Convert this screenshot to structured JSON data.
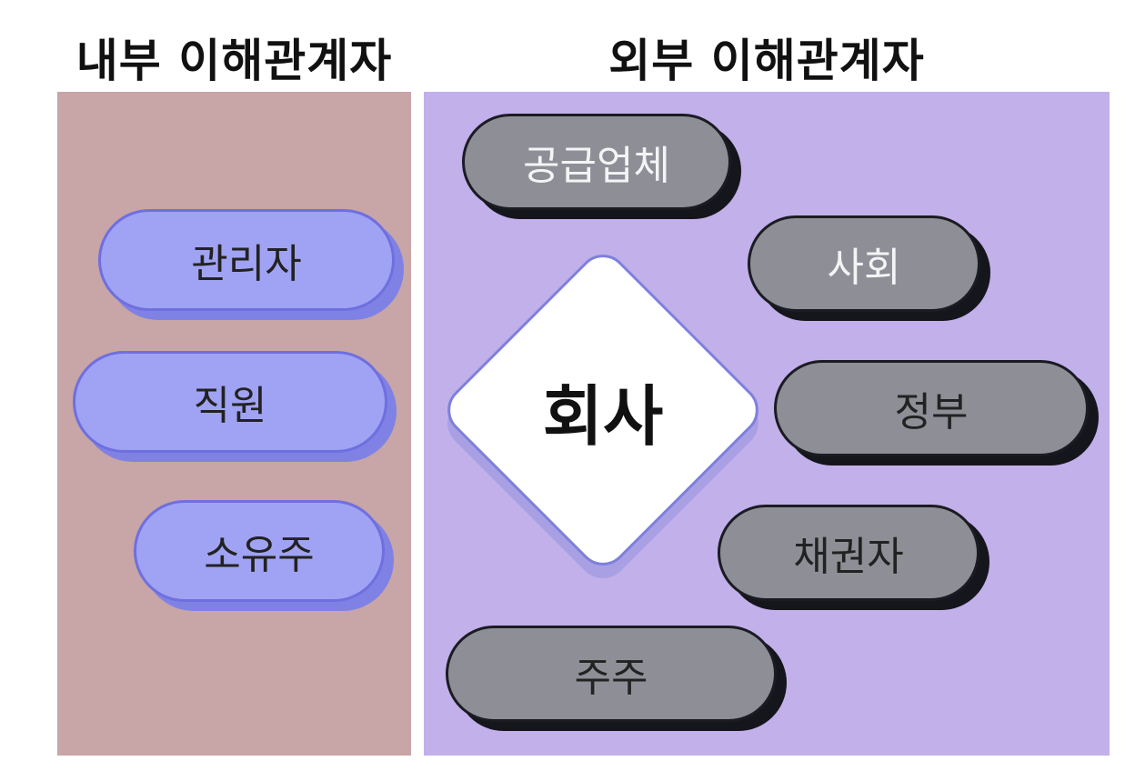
{
  "headings": {
    "internal": "내부 이해관계자",
    "external": "외부 이해관계자"
  },
  "center": {
    "label": "회사"
  },
  "internal_stakeholders": [
    {
      "label": "관리자"
    },
    {
      "label": "직원"
    },
    {
      "label": "소유주"
    }
  ],
  "external_stakeholders": [
    {
      "label": "공급업체"
    },
    {
      "label": "사회"
    },
    {
      "label": "정부"
    },
    {
      "label": "채권자"
    },
    {
      "label": "주주"
    }
  ],
  "colors": {
    "internal_panel": "#c8a5a6",
    "external_panel": "#c1b0ea",
    "internal_pill": "#a0a3f3",
    "external_pill": "#8e8f96",
    "center_node": "#ffffff"
  }
}
